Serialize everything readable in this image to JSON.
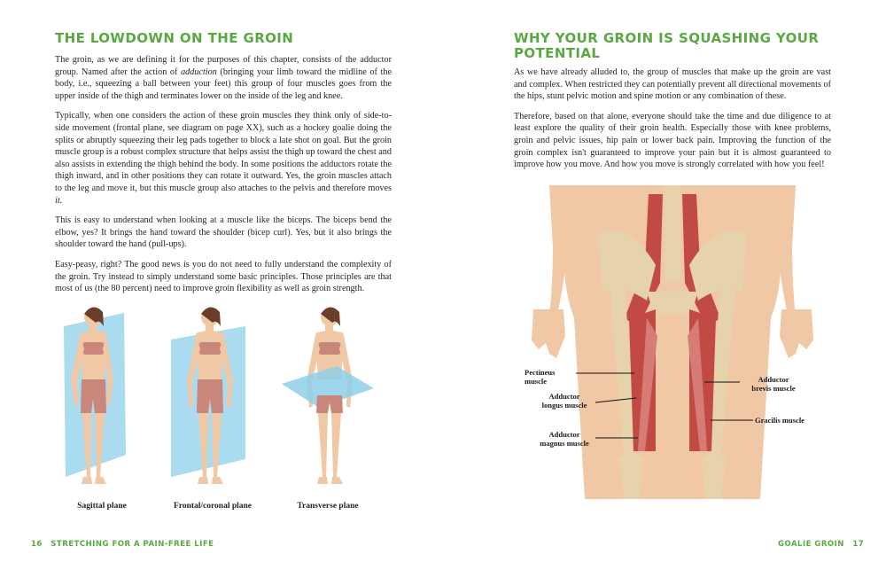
{
  "left": {
    "heading": "The Lowdown on the Groin",
    "para1_a": "The groin, as we are defining it for the purposes of this chapter, consists of the adductor group. Named after the action of ",
    "para1_em": "adduction",
    "para1_b": " (bringing your limb toward the midline of the body, i.e., squeezing a ball between your feet) this group of four muscles goes from the upper inside of the thigh and terminates lower on the inside of the leg and knee.",
    "para2_a": "Typically, when one considers the action of these groin muscles they think only of side-to-side movement (frontal plane, see diagram on page XX), such as a hockey goalie doing the splits or abruptly squeezing their leg pads together to block a late shot on goal. But the groin muscle group is a robust complex structure that helps assist the thigh up toward the chest and also assists in extending the thigh behind the body. In some positions the adductors rotate the thigh inward, and in other positions they can rotate it outward. Yes, the groin muscles attach to the leg and move it, but this muscle group also attaches to the pelvis and therefore moves ",
    "para2_em": "it",
    "para2_b": ".",
    "para3": "This is easy to understand when looking at a muscle like the biceps. The biceps bend the elbow, yes? It brings the hand toward the shoulder (bicep curl). Yes, but it also brings the shoulder toward the hand (pull-ups).",
    "para4": "Easy-peasy, right? The good news is you do not need to fully understand the complexity of the groin. Try instead to simply understand some basic principles. Those principles are that most of us (the 80 percent) need to improve groin flexibility as well as groin strength.",
    "captions": [
      "Sagittal plane",
      "Frontal/coronal plane",
      "Transverse plane"
    ],
    "footer_page": "16",
    "footer_title": "Stretching for a Pain-Free Life"
  },
  "right": {
    "heading": "Why Your Groin Is Squashing Your Potential",
    "para1": "As we have already alluded to, the group of muscles that make up the groin are vast and complex. When restricted they can potentially prevent all directional movements of the hips, stunt pelvic motion and spine motion or any combination of these.",
    "para2": "Therefore, based on that alone, everyone should take the time and due diligence to at least explore the quality of their groin health. Especially those with knee problems, groin and pelvic issues, hip pain or lower back pain. Improving the function of the groin complex isn't guaranteed to improve your pain but it is almost guaranteed to improve how you move. And how you move is strongly correlated with how you feel!",
    "labels": {
      "pectineus": "Pectineus muscle",
      "adductor_longus_1": "Adductor",
      "adductor_longus_2": "longus muscle",
      "adductor_magnus_1": "Adductor",
      "adductor_magnus_2": "magnus muscle",
      "adductor_brevis_1": "Adductor",
      "adductor_brevis_2": "brevis muscle",
      "gracilis": "Gracilis muscle"
    },
    "footer_title": "Goalie Groin",
    "footer_page": "17"
  },
  "colors": {
    "heading_green": "#5aa843",
    "plane_blue": "#8ecfe8",
    "skin": "#f1c8a6",
    "muscle_red": "#c24a45",
    "shorts": "#c9867a"
  }
}
